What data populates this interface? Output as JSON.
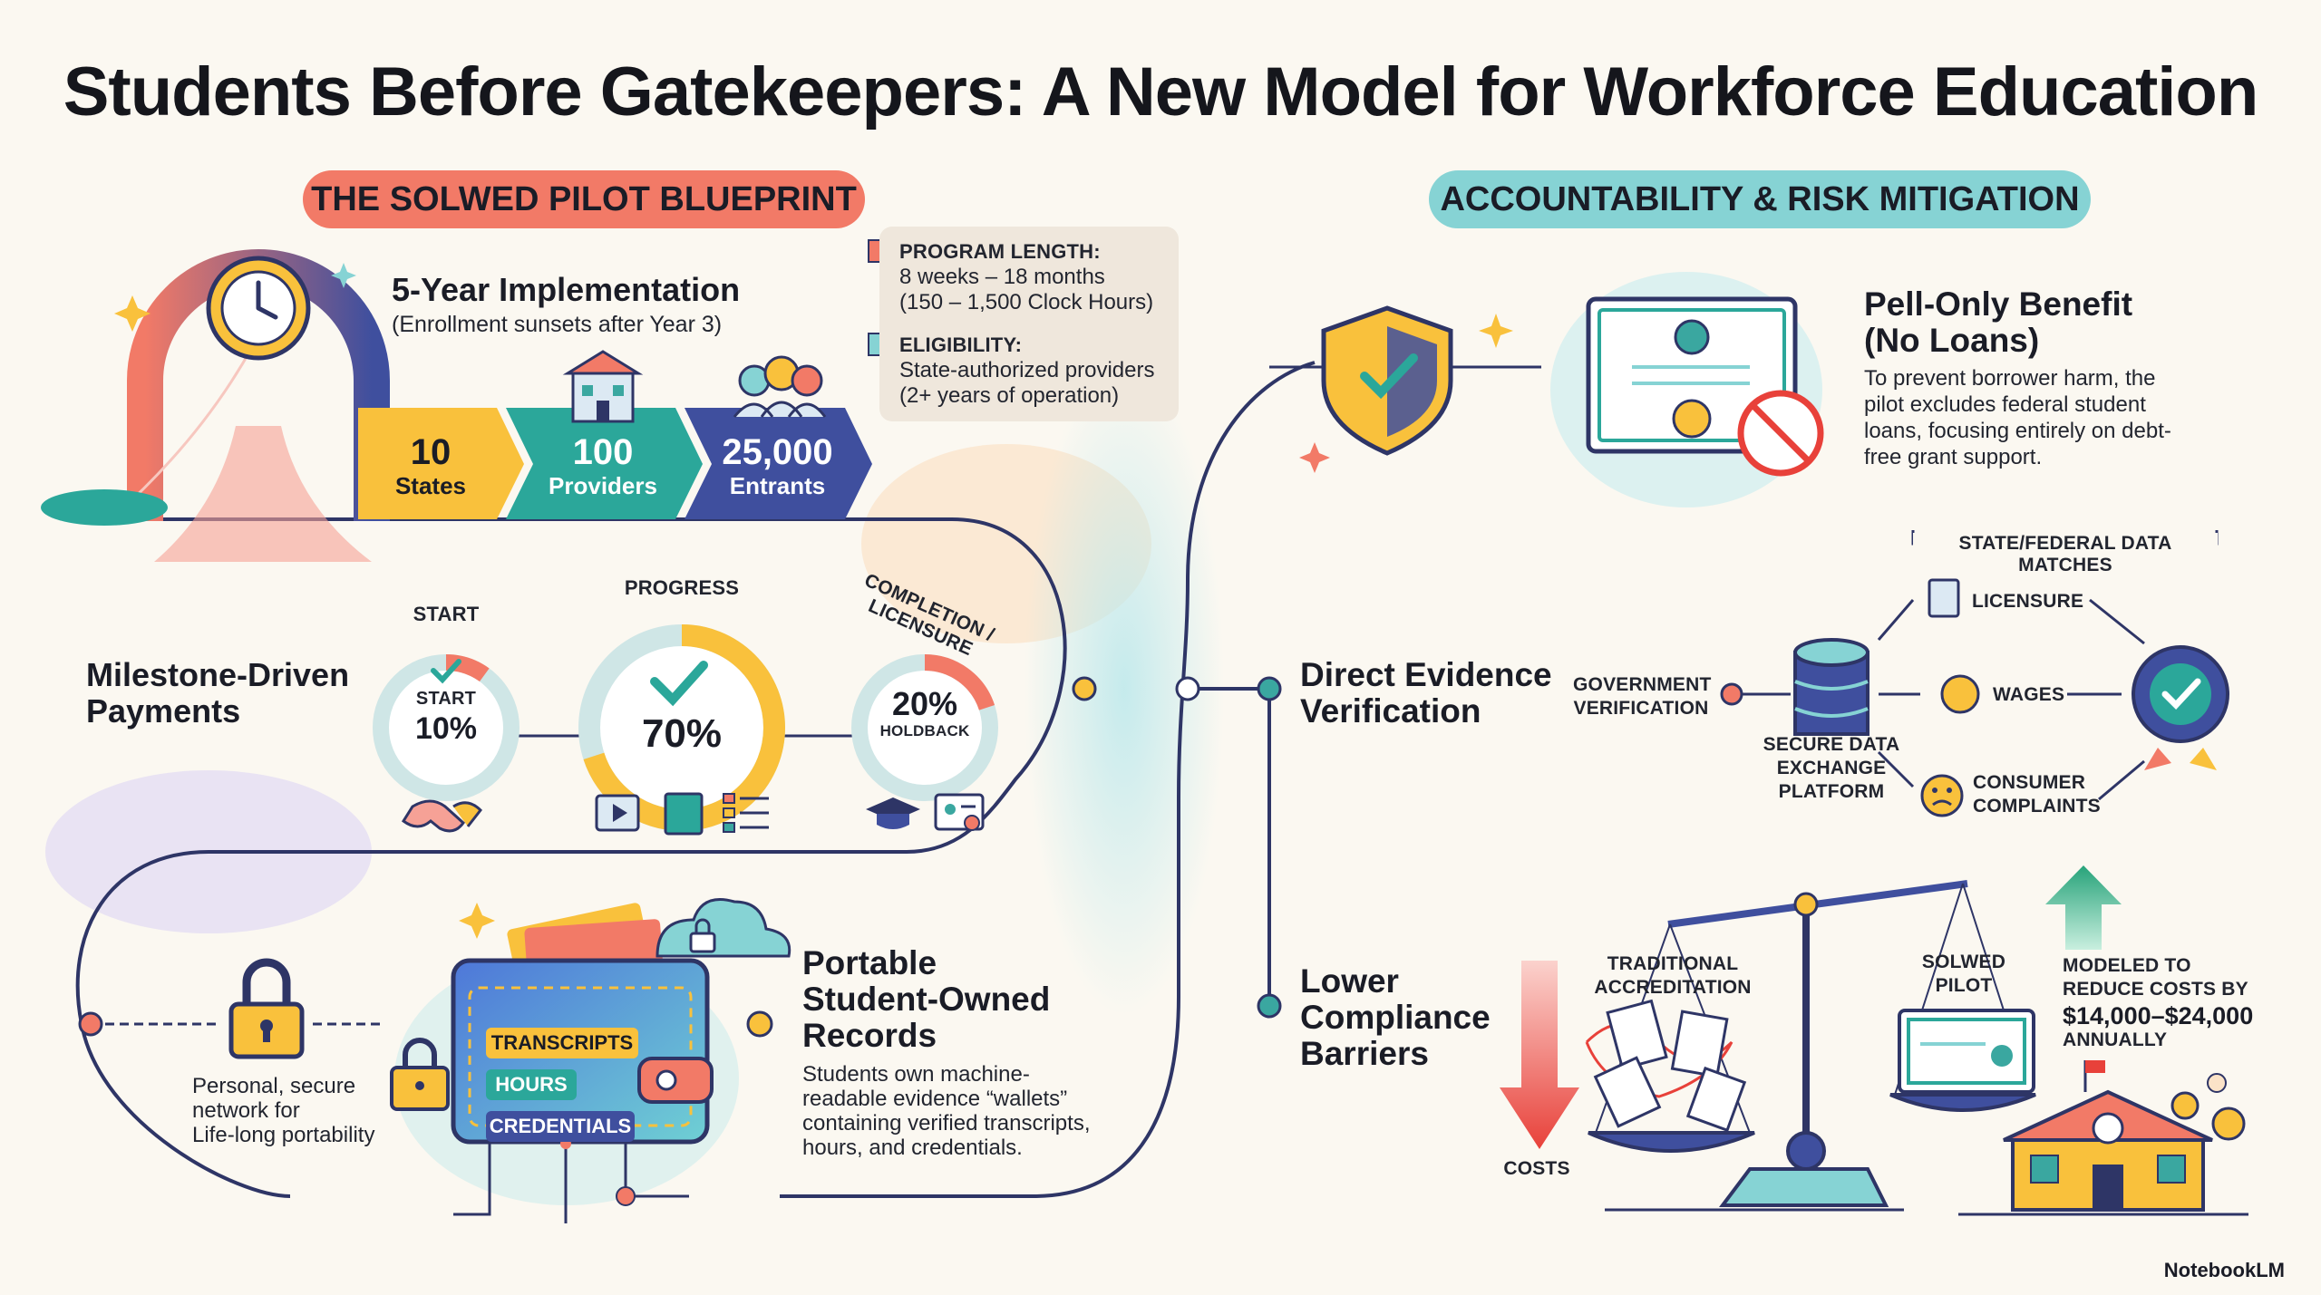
{
  "title": "Students Before Gatekeepers: A New Model for Workforce Education",
  "left_section": {
    "pill": "THE SOLWED PILOT BLUEPRINT",
    "implementation": {
      "heading": "5-Year Implementation",
      "sub": "(Enrollment sunsets after Year 3)"
    },
    "info_card": {
      "program_length_label": "PROGRAM LENGTH:",
      "program_length_line1": "8 weeks – 18 months",
      "program_length_line2": "(150 – 1,500 Clock Hours)",
      "eligibility_label": "ELIGIBILITY:",
      "eligibility_line1": "State-authorized providers",
      "eligibility_line2": "(2+ years of operation)"
    },
    "chevrons": [
      {
        "value": "10",
        "label": "States",
        "color": "#f9c13c"
      },
      {
        "value": "100",
        "label": "Providers",
        "color": "#2ba79a"
      },
      {
        "value": "25,000",
        "label": "Entrants",
        "color": "#3f4f9e"
      }
    ],
    "milestones": {
      "heading_line1": "Milestone-Driven",
      "heading_line2": "Payments",
      "start_title": "START",
      "start_inner": "START",
      "start_value": "10%",
      "start_fraction": 0.1,
      "progress_title": "PROGRESS",
      "progress_value": "70%",
      "progress_fraction": 0.7,
      "completion_title": "COMPLETION / LICENSURE",
      "completion_value": "20%",
      "completion_inner": "HOLDBACK",
      "completion_fraction": 0.2
    },
    "records": {
      "heading_line1": "Portable",
      "heading_line2": "Student-Owned",
      "heading_line3": "Records",
      "body_line1": "Students own machine-",
      "body_line2": "readable evidence “wallets”",
      "body_line3": "containing verified transcripts,",
      "body_line4": "hours, and credentials.",
      "tags": [
        "TRANSCRIPTS",
        "HOURS",
        "CREDENTIALS"
      ],
      "network_line1": "Personal, secure",
      "network_line2": "network for",
      "network_line3": "Life-long portability"
    }
  },
  "right_section": {
    "pill": "ACCOUNTABILITY & RISK MITIGATION",
    "pell": {
      "heading_line1": "Pell-Only Benefit",
      "heading_line2": "(No Loans)",
      "body_line1": "To prevent borrower harm, the",
      "body_line2": "pilot excludes federal student",
      "body_line3": "loans, focusing entirely on debt-",
      "body_line4": "free grant support."
    },
    "verification": {
      "heading_line1": "Direct Evidence",
      "heading_line2": "Verification",
      "source_line1": "GOVERNMENT",
      "source_line2": "VERIFICATION",
      "platform_line1": "SECURE DATA",
      "platform_line2": "EXCHANGE",
      "platform_line3": "PLATFORM",
      "matches_title": "STATE/FEDERAL DATA MATCHES",
      "match_licensure": "LICENSURE",
      "match_wages": "WAGES",
      "match_complaints_line1": "CONSUMER",
      "match_complaints_line2": "COMPLAINTS"
    },
    "compliance": {
      "heading_line1": "Lower",
      "heading_line2": "Compliance",
      "heading_line3": "Barriers",
      "traditional_line1": "TRADITIONAL",
      "traditional_line2": "ACCREDITATION",
      "solwed_line1": "SOLWED",
      "solwed_line2": "PILOT",
      "costs": "COSTS",
      "savings_line1": "MODELED TO",
      "savings_line2": "REDUCE COSTS BY",
      "savings_line3": "$14,000–$24,000",
      "savings_line4": "ANNUALLY"
    }
  },
  "footer": "NotebookLM",
  "colors": {
    "coral": "#f27a67",
    "teal": "#2ba79a",
    "navy": "#2e3566",
    "yellow": "#f9c13c",
    "ring_track": "#cfe6e6"
  }
}
